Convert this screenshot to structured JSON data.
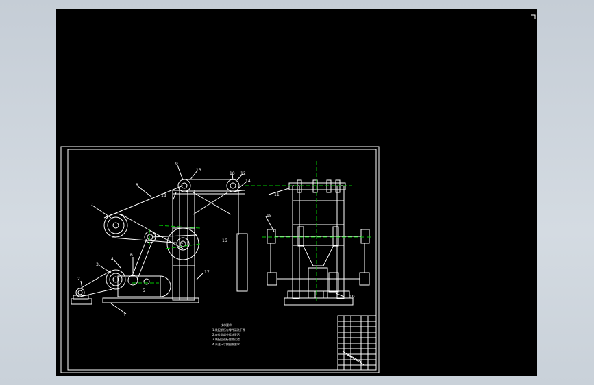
{
  "colors": {
    "background": "#000000",
    "line": "#ffffff",
    "centerline": "#00c800",
    "viewport": "#c8d0d8"
  },
  "callouts": {
    "c1": "1",
    "c2": "2",
    "c3": "3",
    "c4": "4",
    "c5": "5",
    "c6": "6",
    "c7": "7",
    "c8": "8",
    "c9": "9",
    "c10": "10",
    "c10b": "10",
    "c11": "11",
    "c12": "12",
    "c13": "13",
    "c14": "14",
    "c15": "15",
    "c16": "16",
    "c17": "17",
    "c18": "18",
    "c19": "19"
  },
  "notes": {
    "title": "技术要求",
    "line1": "1.装配前所有零件清洗干净",
    "line2": "2.各传动部分运转灵活",
    "line3": "3.装配后进行空载试验",
    "line4": "4.未注尺寸按图纸要求"
  },
  "icons": {
    "ucs": "ucs-corner-icon"
  }
}
